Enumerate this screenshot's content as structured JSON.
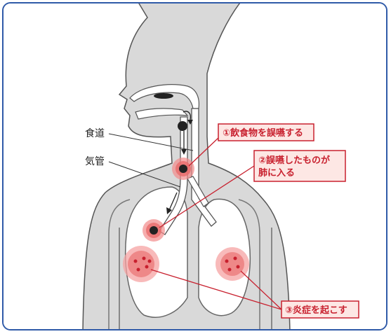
{
  "labels": {
    "esophagus": "食道",
    "trachea": "気管"
  },
  "callouts": {
    "step1": "①飲食物を誤嚥する",
    "step2_line1": "②誤嚥したものが",
    "step2_line2": "肺に入る",
    "step3": "③炎症を起こす"
  },
  "colors": {
    "frame": "#2f5aa8",
    "accent": "#c8202e",
    "body_fill": "#d9d9d9",
    "callout_bg": "#fde7e4"
  }
}
